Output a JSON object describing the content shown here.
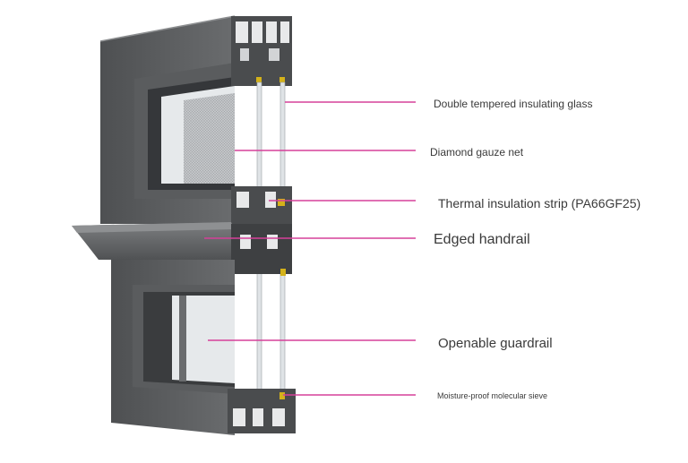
{
  "colors": {
    "callout_line": "#d6409a",
    "frame_face": "#5d5f61",
    "frame_dark": "#3f4143",
    "frame_light": "#7a7c7e",
    "glass": "#d9dde0",
    "label_text": "#3a3a3a"
  },
  "callouts": [
    {
      "id": "glass",
      "label": "Double tempered insulating glass"
    },
    {
      "id": "gauze",
      "label": "Diamond gauze net"
    },
    {
      "id": "thermal",
      "label": "Thermal insulation strip (PA66GF25)"
    },
    {
      "id": "handrail",
      "label": "Edged handrail"
    },
    {
      "id": "guardrail",
      "label": "Openable guardrail"
    },
    {
      "id": "sieve",
      "label": "Moisture-proof molecular sieve"
    }
  ]
}
